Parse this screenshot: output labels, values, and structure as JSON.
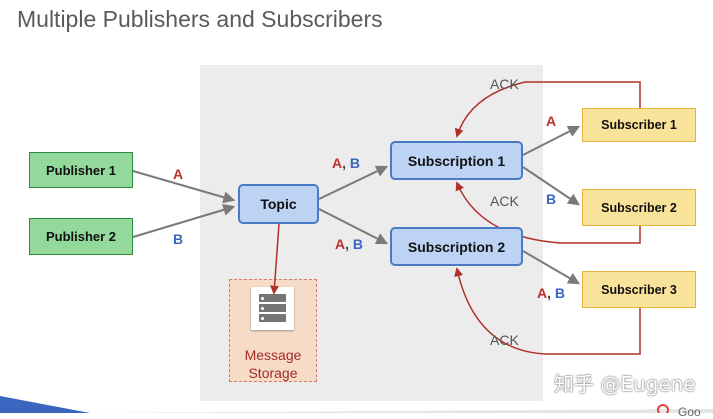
{
  "title": "Multiple Publishers and Subscribers",
  "nodes": {
    "publisher1": "Publisher 1",
    "publisher2": "Publisher 2",
    "topic": "Topic",
    "subscription1": "Subscription 1",
    "subscription2": "Subscription 2",
    "subscriber1": "Subscriber 1",
    "subscriber2": "Subscriber 2",
    "subscriber3": "Subscriber 3"
  },
  "storage": {
    "line1": "Message",
    "line2": "Storage",
    "icon": "database-icon"
  },
  "edge_labels": {
    "pub1_topic": "A",
    "pub2_topic": "B",
    "topic_sub1_a": "A",
    "topic_sub1_b": "B",
    "topic_sub2_a": "A",
    "topic_sub2_b": "B",
    "sub1_subscriber1": "A",
    "sub1_subscriber2": "B",
    "sub2_subscriber3_a": "A",
    "sub2_subscriber3_b": "B",
    "comma": ","
  },
  "ack": {
    "label1": "ACK",
    "label2": "ACK",
    "label3": "ACK"
  },
  "watermark": "知乎 @Eugene",
  "footer": "Goo",
  "colors": {
    "publisher_fill": "#93d99b",
    "pubsub_fill": "#bcd3f3",
    "subscriber_fill": "#f9e39a",
    "ack_arrow": "#b0302a",
    "label_a": "#c0302a",
    "label_b": "#3a66c0"
  }
}
